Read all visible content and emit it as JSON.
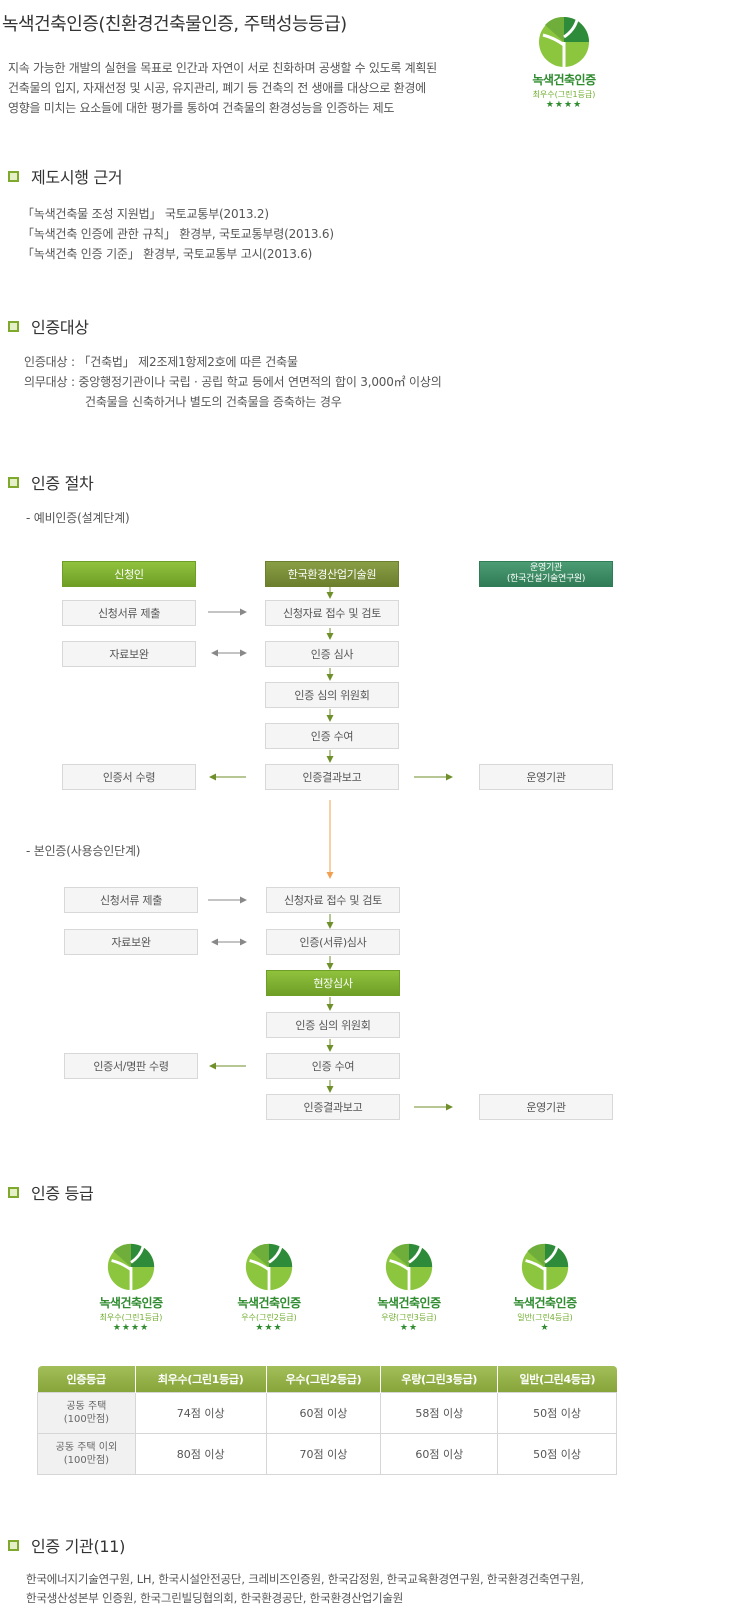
{
  "page": {
    "title": "녹색건축인증(친환경건축물인증, 주택성능등급)",
    "intro": [
      "지속 가능한 개발의 실현을 목표로 인간과 자연이 서로 친화하며 공생할 수 있도록 계획된",
      "건축물의 입지, 자재선정 및 시공, 유지관리, 폐기 등 건축의 전 생애를 대상으로 환경에",
      "영향을 미치는 요소들에 대한 평가를 통하여 건축물의 환경성능을 인증하는 제도"
    ]
  },
  "hero_badge": {
    "name": "녹색건축인증",
    "grade": "최우수(그린1등급)",
    "stars": "★★★★"
  },
  "colors": {
    "accent": "#7ea92c",
    "brand_green": "#2e8b2e",
    "arrow_green": "#6f8f2a",
    "arrow_gray": "#888888",
    "arrow_orange": "#f0a050"
  },
  "sections": {
    "basis": {
      "title": "제도시행 근거",
      "lines": [
        "「녹색건축물 조성 지원법」 국토교통부(2013.2)",
        "「녹색건축 인증에 관한 규칙」 환경부, 국토교통부령(2013.6)",
        "「녹색건축 인증 기준」 환경부, 국토교통부 고시(2013.6)"
      ]
    },
    "target": {
      "title": "인증대상",
      "line1": "인증대상 : 「건축법」 제2조제1항제2호에 따른 건축물",
      "line2": "의무대상 : 중앙행정기관이나 국립 · 공립 학교 등에서 연면적의 합이 3,000㎡ 이상의",
      "line3": "건축물을 신축하거나 별도의 건축물을 증축하는 경우"
    },
    "procedure": {
      "title": "인증 절차",
      "pre_label": "- 예비인증(설계단계)",
      "main_label": "- 본인증(사용승인단계)"
    },
    "grade": {
      "title": "인증 등급"
    },
    "agencies": {
      "title": "인증 기관(11)",
      "line1": "한국에너지기술연구원, LH, 한국시설안전공단, 크레비즈인증원, 한국감정원, 한국교육환경연구원, 한국환경건축연구원,",
      "line2": "한국생산성본부 인증원, 한국그린빌딩협의회, 한국환경공단, 한국환경산업기술원"
    }
  },
  "flow_pre": {
    "applicant": "신청인",
    "institute": "한국환경산업기술원",
    "operator_line1": "운영기관",
    "operator_line2": "(한국건설기술연구원)",
    "submit": "신청서류 제출",
    "receive": "신청자료 접수 및 검토",
    "supplement": "자료보완",
    "review": "인증 심사",
    "committee": "인증 심의 위원회",
    "award": "인증 수여",
    "cert_receive": "인증서 수령",
    "report": "인증결과보고",
    "operator": "운영기관"
  },
  "flow_main": {
    "submit": "신청서류 제출",
    "receive": "신청자료 접수 및 검토",
    "supplement": "자료보완",
    "review": "인증(서류)심사",
    "site": "현장심사",
    "committee": "인증 심의 위원회",
    "award": "인증 수여",
    "cert_receive": "인증서/명판 수령",
    "report": "인증결과보고",
    "operator": "운영기관"
  },
  "badges": [
    {
      "name": "녹색건축인증",
      "grade": "최우수(그린1등급)",
      "stars": "★★★★"
    },
    {
      "name": "녹색건축인증",
      "grade": "우수(그린2등급)",
      "stars": "★★★"
    },
    {
      "name": "녹색건축인증",
      "grade": "우량(그린3등급)",
      "stars": "★★"
    },
    {
      "name": "녹색건축인증",
      "grade": "일반(그린4등급)",
      "stars": "★"
    }
  ],
  "grade_table": {
    "headers": [
      "인증등급",
      "최우수(그린1등급)",
      "우수(그린2등급)",
      "우량(그린3등급)",
      "일반(그린4등급)"
    ],
    "rows": [
      {
        "label1": "공동 주택",
        "label2": "(100만점)",
        "values": [
          "74점 이상",
          "60점 이상",
          "58점 이상",
          "50점 이상"
        ]
      },
      {
        "label1": "공동 주택 이외",
        "label2": "(100만점)",
        "values": [
          "80점 이상",
          "70점 이상",
          "60점 이상",
          "50점 이상"
        ]
      }
    ]
  }
}
